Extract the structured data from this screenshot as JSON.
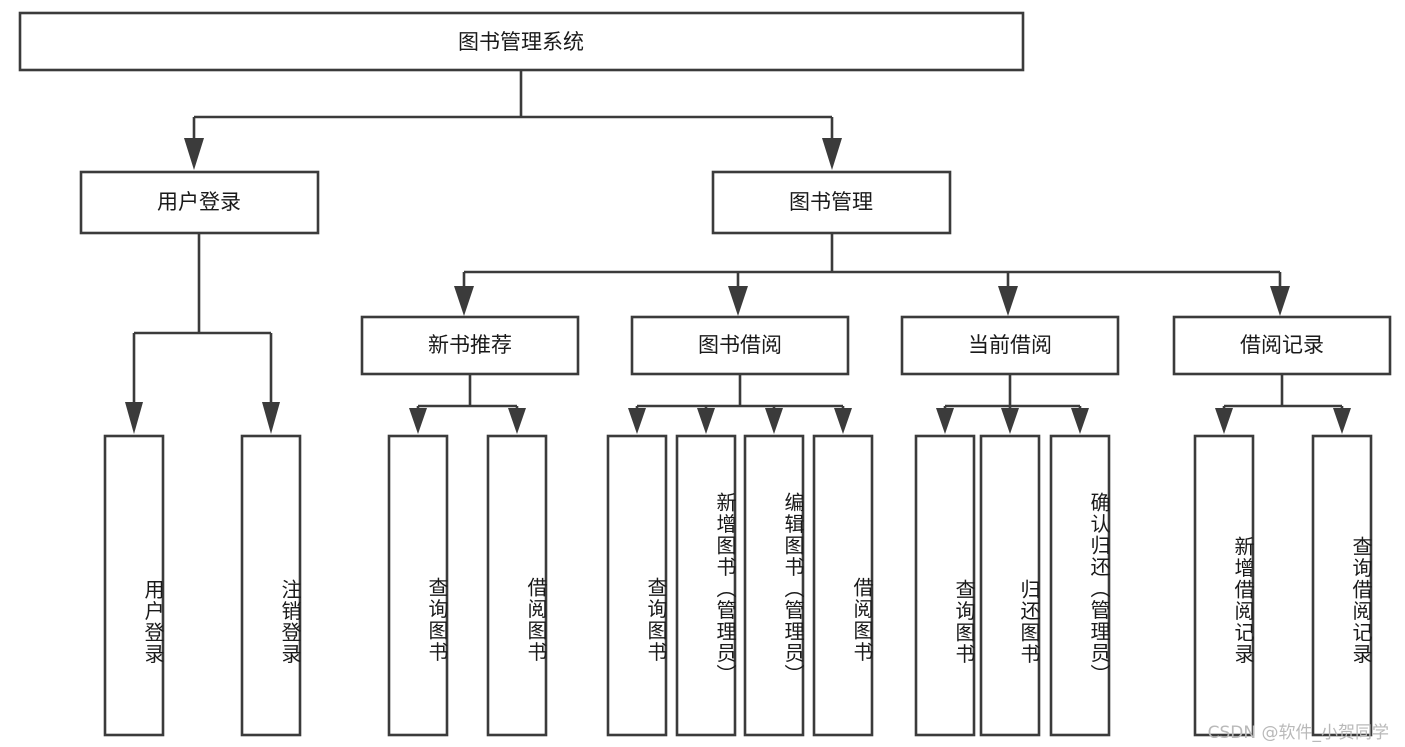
{
  "diagram": {
    "title": "图书管理系统",
    "watermark": "CSDN @软件_小贺同学",
    "accent_color": "#3b3b3b",
    "box_fill": "#ffffff",
    "text_color": "#1a1a1a",
    "watermark_color": "#b9b9b9"
  },
  "chart_data": {
    "type": "tree-diagram",
    "title": "图书管理系统",
    "orientation": "top-down",
    "levels": 3,
    "nodes": {
      "root": {
        "label": "图书管理系统",
        "level": 0
      },
      "level1": [
        {
          "id": "user-login",
          "label": "用户登录",
          "level": 1
        },
        {
          "id": "book-management",
          "label": "图书管理",
          "level": 1
        }
      ],
      "level2": [
        {
          "id": "new-book-recommend",
          "label": "新书推荐",
          "parent": "book-management",
          "level": 2
        },
        {
          "id": "book-borrow",
          "label": "图书借阅",
          "parent": "book-management",
          "level": 2
        },
        {
          "id": "current-borrow",
          "label": "当前借阅",
          "parent": "book-management",
          "level": 2
        },
        {
          "id": "borrow-record",
          "label": "借阅记录",
          "parent": "book-management",
          "level": 2
        }
      ],
      "leaves": [
        {
          "id": "leaf-user-login",
          "label": "用户登录",
          "parent": "user-login"
        },
        {
          "id": "leaf-logout",
          "label": "注销登录",
          "parent": "user-login"
        },
        {
          "id": "leaf-query-book-1",
          "label": "查询图书",
          "parent": "new-book-recommend"
        },
        {
          "id": "leaf-borrow-book-1",
          "label": "借阅图书",
          "parent": "new-book-recommend"
        },
        {
          "id": "leaf-query-book-2",
          "label": "查询图书",
          "parent": "book-borrow"
        },
        {
          "id": "leaf-add-book",
          "label": "新增图书（管理员）",
          "parent": "book-borrow"
        },
        {
          "id": "leaf-edit-book",
          "label": "编辑图书（管理员）",
          "parent": "book-borrow"
        },
        {
          "id": "leaf-borrow-book-2",
          "label": "借阅图书",
          "parent": "book-borrow"
        },
        {
          "id": "leaf-query-book-3",
          "label": "查询图书",
          "parent": "current-borrow"
        },
        {
          "id": "leaf-return-book",
          "label": "归还图书",
          "parent": "current-borrow"
        },
        {
          "id": "leaf-confirm-return",
          "label": "确认归还（管理员）",
          "parent": "current-borrow"
        },
        {
          "id": "leaf-add-record",
          "label": "新增借阅记录",
          "parent": "borrow-record"
        },
        {
          "id": "leaf-query-record",
          "label": "查询借阅记录",
          "parent": "borrow-record"
        }
      ]
    },
    "edges": [
      {
        "from": "root",
        "to": "user-login"
      },
      {
        "from": "root",
        "to": "book-management"
      },
      {
        "from": "book-management",
        "to": "new-book-recommend"
      },
      {
        "from": "book-management",
        "to": "book-borrow"
      },
      {
        "from": "book-management",
        "to": "current-borrow"
      },
      {
        "from": "book-management",
        "to": "borrow-record"
      },
      {
        "from": "user-login",
        "to": "leaf-user-login"
      },
      {
        "from": "user-login",
        "to": "leaf-logout"
      },
      {
        "from": "new-book-recommend",
        "to": "leaf-query-book-1"
      },
      {
        "from": "new-book-recommend",
        "to": "leaf-borrow-book-1"
      },
      {
        "from": "book-borrow",
        "to": "leaf-query-book-2"
      },
      {
        "from": "book-borrow",
        "to": "leaf-add-book"
      },
      {
        "from": "book-borrow",
        "to": "leaf-edit-book"
      },
      {
        "from": "book-borrow",
        "to": "leaf-borrow-book-2"
      },
      {
        "from": "current-borrow",
        "to": "leaf-query-book-3"
      },
      {
        "from": "current-borrow",
        "to": "leaf-return-book"
      },
      {
        "from": "current-borrow",
        "to": "leaf-confirm-return"
      },
      {
        "from": "borrow-record",
        "to": "leaf-add-record"
      },
      {
        "from": "borrow-record",
        "to": "leaf-query-record"
      }
    ]
  }
}
